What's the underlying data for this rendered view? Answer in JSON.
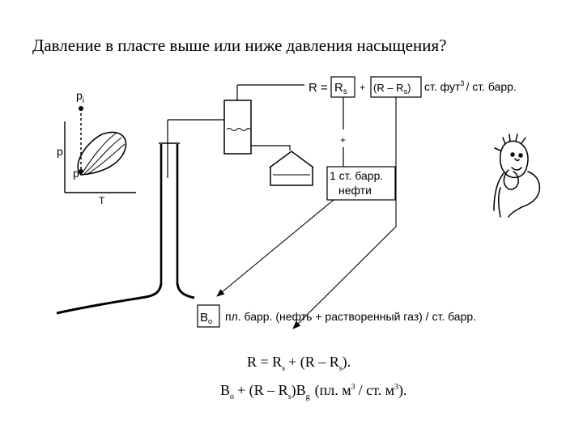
{
  "slide": {
    "title": "Давление в пласте выше или ниже давления насыщения?"
  },
  "pt_diagram": {
    "axis_y": "p",
    "axis_x": "T",
    "point_pi": "p",
    "point_pi_sub": "i",
    "point_lower": "p"
  },
  "gor_equation": {
    "lhs": "R =",
    "rs": "R",
    "rs_sub": "s",
    "plus": "+",
    "diff": "(R – R",
    "diff_sub": "s",
    "diff_close": ")",
    "units_a": "ст. фут",
    "units_sup": "3",
    "units_b": "/ ст. барр."
  },
  "stock_tank": {
    "plus": "+",
    "line1": "1 ст. барр.",
    "line2": "нефти"
  },
  "bo_equation": {
    "symbol": "B",
    "symbol_sub": "o",
    "units": "пл. барр. (нефть + растворенный газ) / ст. барр."
  },
  "formula1": {
    "a": "R = R",
    "a_sub": "s",
    "b": "+ (R – R",
    "b_sub": "s",
    "c": ")."
  },
  "formula2": {
    "a": "B",
    "a_sub": "o",
    "b": "+ (R – R",
    "b_sub": "s",
    "c": ")B",
    "c_sub": "g",
    "d": "(пл. м",
    "d_sup": "3",
    "e": "/ ст. м",
    "e_sup": "3",
    "f": ")."
  }
}
